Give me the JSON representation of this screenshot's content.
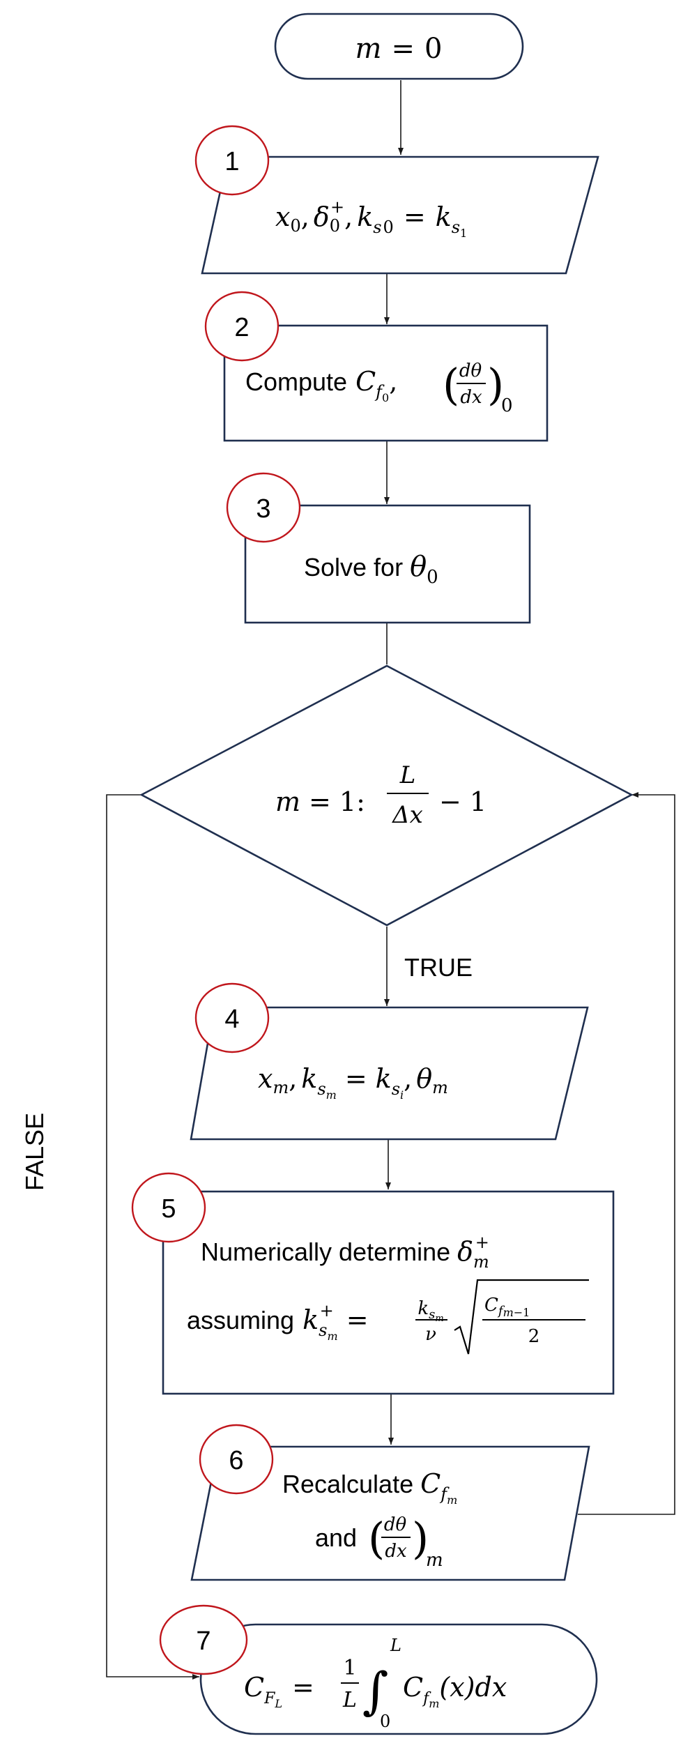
{
  "start": {
    "lhs": "m",
    "op": "=",
    "rhs": "0"
  },
  "steps": {
    "s1": {
      "num": "1",
      "x0": "x",
      "delta": "δ",
      "k": "k",
      "eq": "="
    },
    "s2": {
      "num": "2",
      "label": "Compute",
      "cf": "C",
      "comma": ",",
      "dtheta": "dθ",
      "dx": "dx",
      "sub": "0"
    },
    "s3": {
      "num": "3",
      "label": "Solve for",
      "theta": "θ",
      "sub": "0"
    },
    "s4": {
      "num": "4",
      "x": "x",
      "k": "k",
      "eq": "=",
      "theta": "θ"
    },
    "s5": {
      "num": "5",
      "line1": "Numerically determine",
      "delta": "δ",
      "line2": "assuming",
      "k": "k",
      "nu": "ν",
      "cf": "C",
      "two": "2"
    },
    "s6": {
      "num": "6",
      "line1": "Recalculate",
      "cf": "C",
      "and": "and",
      "dtheta": "dθ",
      "dx": "dx",
      "sub": "m"
    },
    "s7": {
      "num": "7",
      "cf": "C",
      "one": "1",
      "L": "L",
      "zero": "0",
      "integrand": "(x)dx"
    }
  },
  "decision": {
    "lhs": "m",
    "eq": "=",
    "one": "1:",
    "L": "L",
    "dx": "Δx",
    "minus": "−",
    "minus_one": "1"
  },
  "labels": {
    "true": "TRUE",
    "false": "FALSE"
  },
  "colors": {
    "shape_stroke": "#1f2f4f",
    "circle_stroke": "#c0161c",
    "line": "#1a1a1a"
  }
}
